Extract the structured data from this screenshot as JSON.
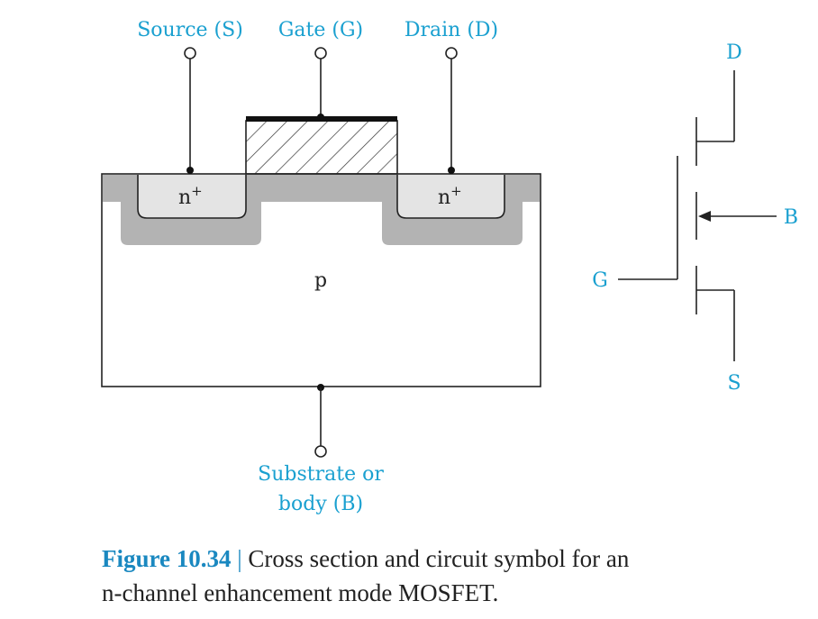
{
  "terminals": {
    "source": "Source (S)",
    "gate": "Gate (G)",
    "drain": "Drain (D)",
    "body_line1": "Substrate or",
    "body_line2": "body (B)"
  },
  "regions": {
    "n_plus": "n",
    "plus_sign": "+",
    "substrate": "p"
  },
  "symbol": {
    "D": "D",
    "G": "G",
    "S": "S",
    "B": "B"
  },
  "caption": {
    "number": "Figure 10.34",
    "separator": " | ",
    "text_line1": "Cross section and circuit symbol for an",
    "text_line2": "n-channel enhancement mode MOSFET."
  },
  "colors": {
    "label": "#1aa0d0",
    "caption_number": "#1a88c0",
    "oxide_gray": "#b3b3b3",
    "n_region": "#e4e4e4"
  }
}
